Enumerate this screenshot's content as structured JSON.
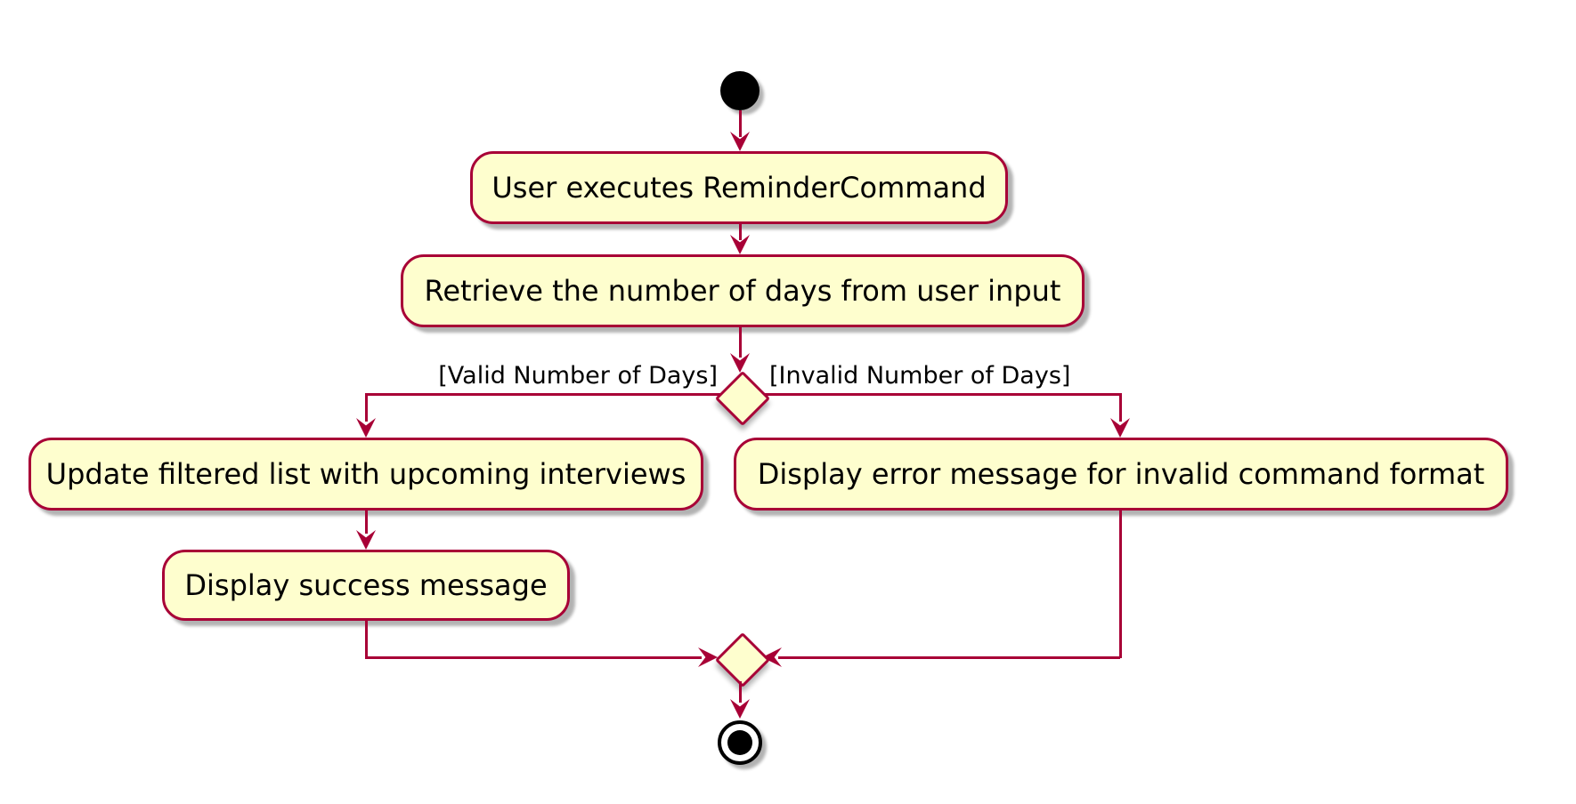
{
  "diagram": {
    "type": "activity-diagram",
    "colors": {
      "background": "#FFFFFF",
      "node_fill": "#FEFECE",
      "node_border": "#A80036",
      "edge": "#A80036",
      "text": "#000000",
      "start_end": "#000000"
    },
    "actions": {
      "action1": "User executes ReminderCommand",
      "action2": "Retrieve the number of days from user input",
      "valid_action1": "Update filtered list with upcoming interviews",
      "valid_action2": "Display success message",
      "invalid_action1": "Display error message for invalid command format"
    },
    "branch_labels": {
      "valid": "[Valid Number of Days]",
      "invalid": "[Invalid Number of Days]"
    }
  }
}
